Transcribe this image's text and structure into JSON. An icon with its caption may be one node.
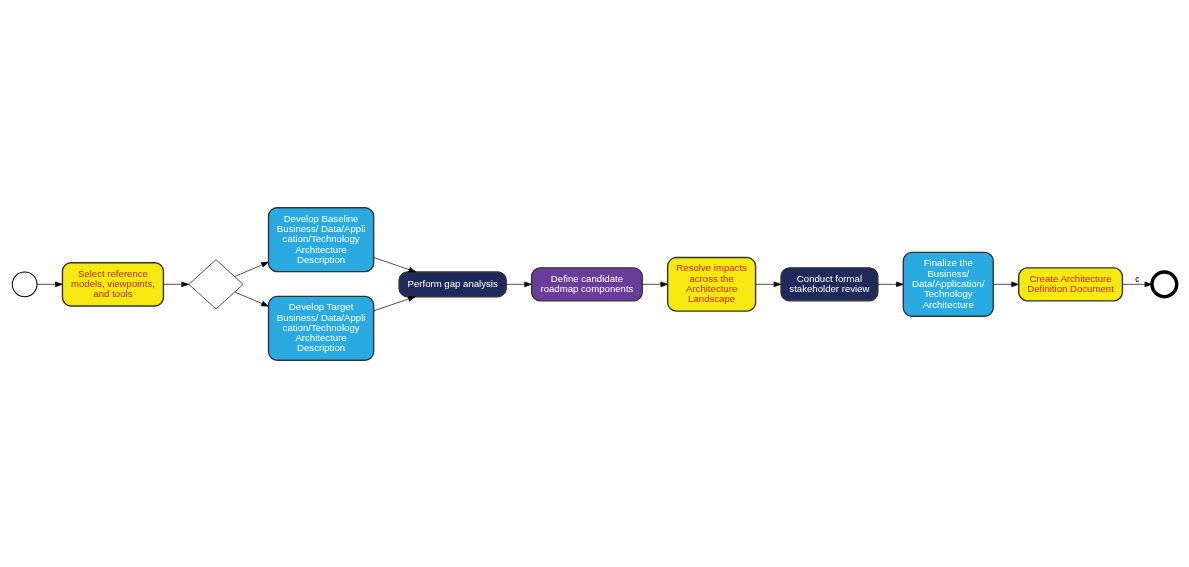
{
  "diagram": {
    "nodes": [
      {
        "text": [],
        "shape": "circle"
      },
      {
        "text": [
          "Select reference models, viewpoints, and tools"
        ]
      },
      {
        "text": [],
        "shape": "diamond"
      },
      {
        "text": [
          "Develop Baseline Business/ Data/Application/Technology Architecture Description"
        ]
      },
      {
        "text": [
          "Develop Target Business/ Data/Application/Technology Architecture Description"
        ]
      },
      {
        "text": [
          "Perform gap analysis"
        ]
      },
      {
        "text": [
          "Define candidate roadmap components"
        ]
      },
      {
        "text": [
          "Resolve impacts across the Architecture Landscape"
        ]
      },
      {
        "text": [
          "Conduct formal stakeholder review"
        ]
      },
      {
        "text": [
          "Finalize the Business/ Data/Application/ Technology Architecture"
        ]
      },
      {
        "text": [
          "Create Architecture Definition Document"
        ]
      },
      {
        "text": [],
        "shape": "circle"
      }
    ],
    "edges": [
      {
        "from": 0,
        "to": 1,
        "arrow": "to"
      },
      {
        "from": 1,
        "to": 2,
        "arrow": "to"
      },
      {
        "from": 2,
        "to": 3,
        "arrow": "to"
      },
      {
        "from": 2,
        "to": 4,
        "arrow": "to"
      },
      {
        "from": 3,
        "to": 5,
        "arrow": "to"
      },
      {
        "from": 4,
        "to": 5,
        "arrow": "to"
      },
      {
        "from": 5,
        "to": 6,
        "arrow": "to"
      },
      {
        "from": 6,
        "to": 7,
        "arrow": "to"
      },
      {
        "from": 7,
        "to": 8,
        "arrow": "to"
      },
      {
        "from": 8,
        "to": 9,
        "arrow": "to"
      },
      {
        "from": 9,
        "to": 10,
        "arrow": "to"
      },
      {
        "from": 10,
        "to": 11,
        "arrow": "to",
        "label": "c"
      }
    ]
  }
}
